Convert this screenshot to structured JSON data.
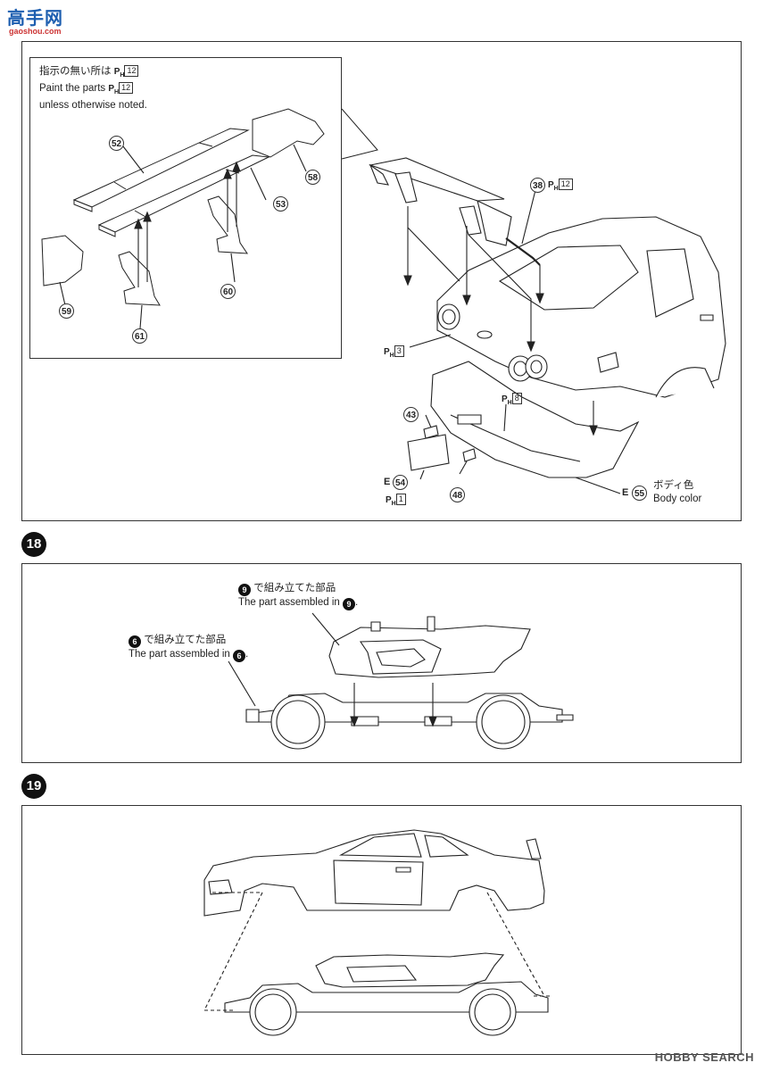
{
  "watermark_top": {
    "logo": "高手网",
    "url": "gaoshou.com"
  },
  "panel_top": {
    "note_jp": "指示の無い所は",
    "note_en_1": "Paint the parts",
    "note_en_2": "unless otherwise noted.",
    "note_color": "12",
    "ph_mark": "P",
    "ph_sub": "H",
    "parts": {
      "p52": "52",
      "p53": "53",
      "p58": "58",
      "p59": "59",
      "p60": "60",
      "p61": "61",
      "p38": "38",
      "p38_color": "12",
      "rear_color": "3",
      "p43": "43",
      "p48": "48",
      "e54_letter": "E",
      "e54": "54",
      "e54_color": "1",
      "mid_color": "8",
      "e55_letter": "E",
      "e55": "55",
      "body_color_jp": "ボディ色",
      "body_color_en": "Body color"
    }
  },
  "step18": {
    "number": "18",
    "label_9_jp": "で組み立てた部品",
    "label_9_en": "The part assembled in",
    "ref_9": "9",
    "label_6_jp": "で組み立てた部品",
    "label_6_en": "The part assembled in",
    "ref_6": "6",
    "period": "."
  },
  "step19": {
    "number": "19"
  },
  "watermark_bottom": {
    "brand": "HOBBY SEARCH"
  }
}
